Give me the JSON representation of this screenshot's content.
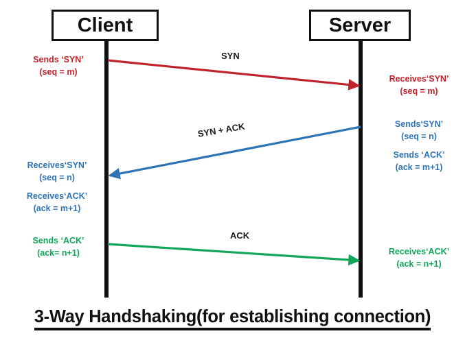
{
  "diagram": {
    "title": "3-Way Handshaking(for establishing connection)",
    "participants": [
      {
        "name": "client",
        "label": "Client"
      },
      {
        "name": "server",
        "label": "Server"
      }
    ],
    "colors": {
      "syn": "#c0232c",
      "syn_ack": "#2e74b5",
      "ack": "#11a65a",
      "lifeline": "#111111",
      "arrow_label": "#1a1a1a"
    },
    "messages": [
      {
        "name": "syn",
        "label": "SYN",
        "direction": "client-to-server",
        "color": "#c0232c"
      },
      {
        "name": "syn-ack",
        "label": "SYN + ACK",
        "direction": "server-to-client",
        "color": "#2e74b5"
      },
      {
        "name": "ack",
        "label": "ACK",
        "direction": "client-to-server",
        "color": "#11a65a"
      }
    ],
    "annotations": {
      "client_syn": {
        "line1": "Sends ‘SYN’",
        "line2": "(seq = m)"
      },
      "server_syn": {
        "line1": "Receives‘SYN’",
        "line2": "(seq = m)"
      },
      "server_syn_ack": {
        "line1": "Sends‘SYN’",
        "line2": "(seq = n)",
        "line3": "Sends ‘ACK’",
        "line4": "(ack = m+1)"
      },
      "client_syn_ack": {
        "line1": "Receives‘SYN’",
        "line2": "(seq = n)",
        "line3": "Receives‘ACK’",
        "line4": "(ack = m+1)"
      },
      "client_ack": {
        "line1": "Sends ‘ACK’",
        "line2": "(ack= n+1)"
      },
      "server_ack": {
        "line1": "Receives‘ACK’",
        "line2": "(ack = n+1)"
      }
    }
  }
}
